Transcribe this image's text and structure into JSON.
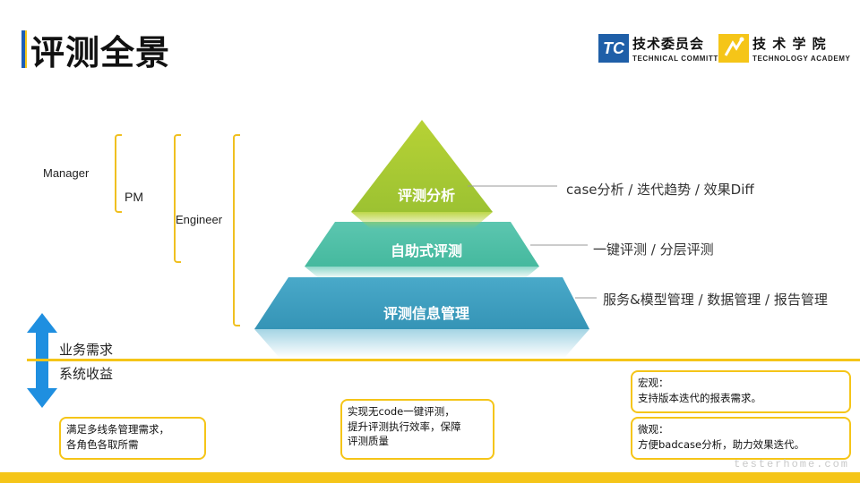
{
  "title": "评测全景",
  "logos": {
    "tc_mark": "TC",
    "tc_cn": "技术委员会",
    "tc_en": "TECHNICAL COMMITTEE",
    "ta_cn": "技 术 学 院",
    "ta_en": "TECHNOLOGY ACADEMY"
  },
  "roles": {
    "manager": "Manager",
    "pm": "PM",
    "engineer": "Engineer"
  },
  "pyramid": {
    "top": "评测分析",
    "middle": "自助式评测",
    "bottom": "评测信息管理"
  },
  "side_labels": {
    "top": "case分析 / 迭代趋势 / 效果Diff",
    "middle": "一键评测 / 分层评测",
    "bottom": "服务&模型管理 / 数据管理 / 报告管理"
  },
  "arrow": {
    "up_label": "业务需求",
    "down_label": "系统收益"
  },
  "notes": {
    "left": [
      "满足多线条管理需求，",
      "各角色各取所需"
    ],
    "center": [
      "实现无code一键评测，",
      "提升评测执行效率，保障",
      "评测质量"
    ],
    "right_top": [
      "宏观：",
      "支持版本迭代的报表需求。"
    ],
    "right_bottom": [
      "微观：",
      "方便badcase分析，助力效果迭代。"
    ]
  },
  "watermark": "testerhome.com",
  "colors": {
    "accent_yellow": "#f5c518",
    "tier_top": "#a3c936",
    "tier_middle": "#4fc1a6",
    "tier_bottom": "#3b9ec0",
    "arrow_blue": "#1f8fe0",
    "logo_blue": "#1f5fa8"
  },
  "icons": [
    "up-down-arrow-icon",
    "tc-logo-icon",
    "academy-logo-icon"
  ]
}
